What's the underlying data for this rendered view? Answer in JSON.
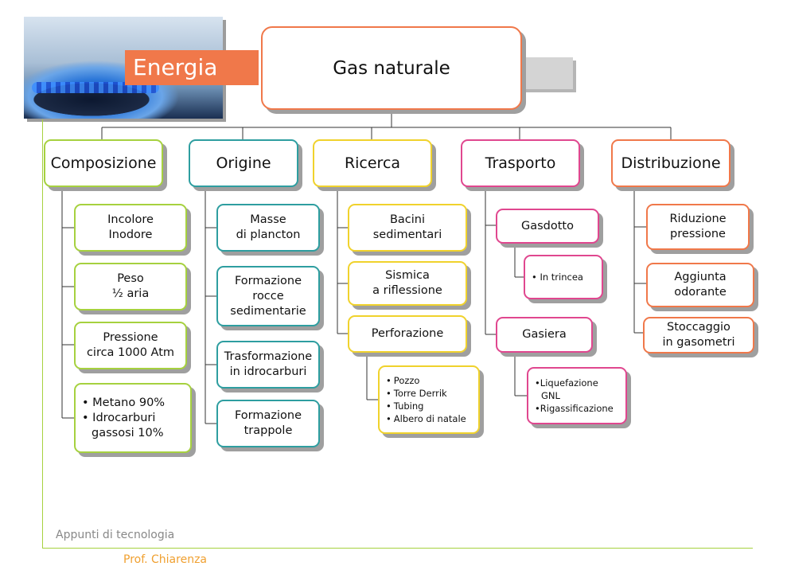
{
  "header": {
    "energia": "Energia"
  },
  "root": "Gas naturale",
  "categories": {
    "composizione": "Composizione",
    "origine": "Origine",
    "ricerca": "Ricerca",
    "trasporto": "Trasporto",
    "distribuzione": "Distribuzione"
  },
  "composizione": {
    "b1_l1": "Incolore",
    "b1_l2": "Inodore",
    "b2_l1": "Peso",
    "b2_l2": "½ aria",
    "b3_l1": "Pressione",
    "b3_l2": "circa 1000 Atm",
    "b4_l1": "Metano 90%",
    "b4_l2": "Idrocarburi",
    "b4_l3": "gassosi 10%"
  },
  "origine": {
    "b1_l1": "Masse",
    "b1_l2": "di plancton",
    "b2_l1": "Formazione",
    "b2_l2": "rocce",
    "b2_l3": "sedimentarie",
    "b3_l1": "Trasformazione",
    "b3_l2": "in idrocarburi",
    "b4_l1": "Formazione",
    "b4_l2": "trappole"
  },
  "ricerca": {
    "b1_l1": "Bacini",
    "b1_l2": "sedimentari",
    "b2_l1": "Sismica",
    "b2_l2": "a riflessione",
    "b3": "Perforazione",
    "perf_items": [
      "Pozzo",
      "Torre Derrik",
      "Tubing",
      "Albero di natale"
    ]
  },
  "trasporto": {
    "gasdotto": "Gasdotto",
    "trincea": "In trincea",
    "gasiera": "Gasiera",
    "gasiera_l1": "Liquefazione",
    "gasiera_l2": "GNL",
    "gasiera_l3": "Rigassificazione"
  },
  "distribuzione": {
    "b1_l1": "Riduzione",
    "b1_l2": "pressione",
    "b2_l1": "Aggiunta",
    "b2_l2": "odorante",
    "b3_l1": "Stoccaggio",
    "b3_l2": "in gasometri"
  },
  "footer": {
    "appunti": "Appunti di tecnologia",
    "prof": "Prof. Chiarenza"
  },
  "colors": {
    "composizione": "#a6d13f",
    "origine": "#2e9ea0",
    "ricerca": "#f0d22c",
    "trasporto": "#e0478f",
    "distribuzione": "#f0784a"
  }
}
